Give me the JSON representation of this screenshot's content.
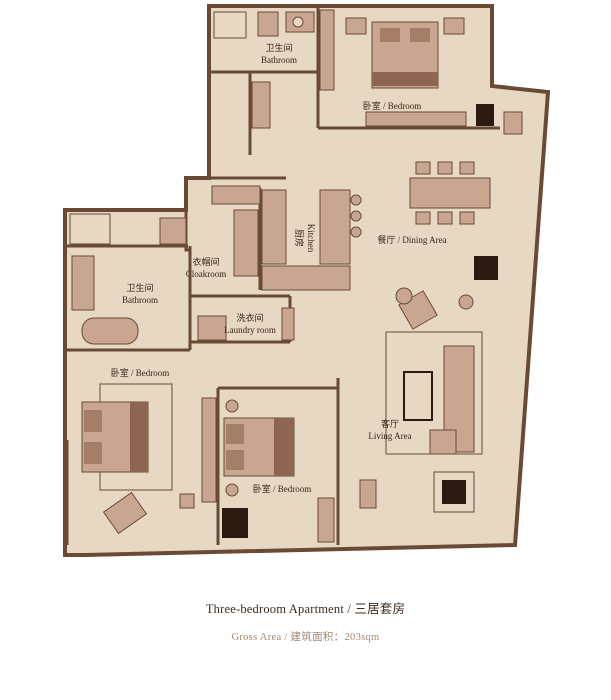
{
  "rooms": {
    "bathroom_top": {
      "zh": "卫生间",
      "en": "Bathroom"
    },
    "bedroom_top": {
      "label": "卧室 / Bedroom"
    },
    "kitchen": {
      "zh": "厨房",
      "en": "Kitchen"
    },
    "dining": {
      "label": "餐厅 / Dining Area"
    },
    "cloakroom": {
      "zh": "衣帽间",
      "en": "Cloakroom"
    },
    "bathroom_left": {
      "zh": "卫生间",
      "en": "Bathroom"
    },
    "laundry": {
      "zh": "洗衣间",
      "en": "Laundry room"
    },
    "bedroom_left": {
      "label": "卧室 / Bedroom"
    },
    "bedroom_center": {
      "label": "卧室 / Bedroom"
    },
    "living": {
      "zh": "客厅",
      "en": "Living Area"
    }
  },
  "caption": {
    "title": "Three-bedroom Apartment / 三居套房",
    "area": "Gross Area / 建筑面积：203sqm"
  },
  "colors": {
    "floor": "#e6d8c2",
    "wall": "#6b4a35",
    "furniture": "#c9a692",
    "dark": "#2a1a10"
  }
}
